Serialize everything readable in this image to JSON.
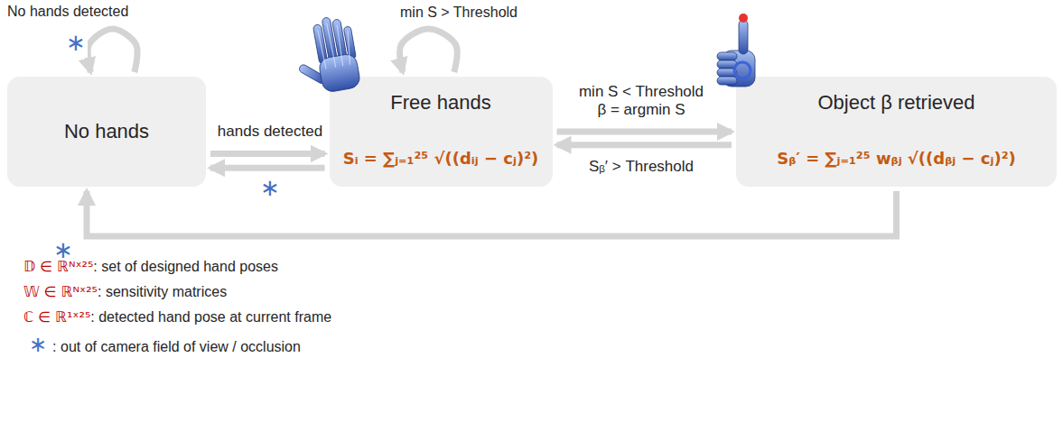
{
  "diagram": {
    "nodes": [
      {
        "text": [
          "No hands"
        ]
      },
      {
        "text": [
          "Free hands",
          "Sᵢ = ∑ⱼ₌₁²⁵ √((dᵢⱼ − cⱼ)²)"
        ]
      },
      {
        "text": [
          "Object β retrieved",
          "Sᵦ′ = ∑ⱼ₌₁²⁵ wᵦⱼ √((dᵦⱼ − cⱼ)²)"
        ]
      }
    ],
    "edges": [
      {
        "from": 0,
        "to": 0,
        "arrow": "to",
        "label": "No hands detected"
      },
      {
        "from": 0,
        "to": 1,
        "arrow": "to",
        "label": "hands detected"
      },
      {
        "from": 1,
        "to": 0,
        "arrow": "to",
        "label": "∗"
      },
      {
        "from": 1,
        "to": 1,
        "arrow": "to",
        "label": "min S > Threshold"
      },
      {
        "from": 1,
        "to": 2,
        "arrow": "to",
        "label": "min S < Threshold β = argmin S"
      },
      {
        "from": 2,
        "to": 1,
        "arrow": "to",
        "label": "Sᵦ′ > Threshold"
      },
      {
        "from": 2,
        "to": 0,
        "arrow": "to",
        "label": "∗"
      }
    ],
    "labels": [
      "∗",
      "𝔻 ∈ ℝᴺˣ²⁵",
      ": set of designed hand poses",
      "𝕎 ∈ ℝᴺˣ²⁵",
      ": sensitivity matrices",
      "ℂ ∈ ℝ¹ˣ²⁵",
      ": detected hand pose at current frame",
      "∗",
      ": out of camera field of view / occlusion"
    ]
  }
}
